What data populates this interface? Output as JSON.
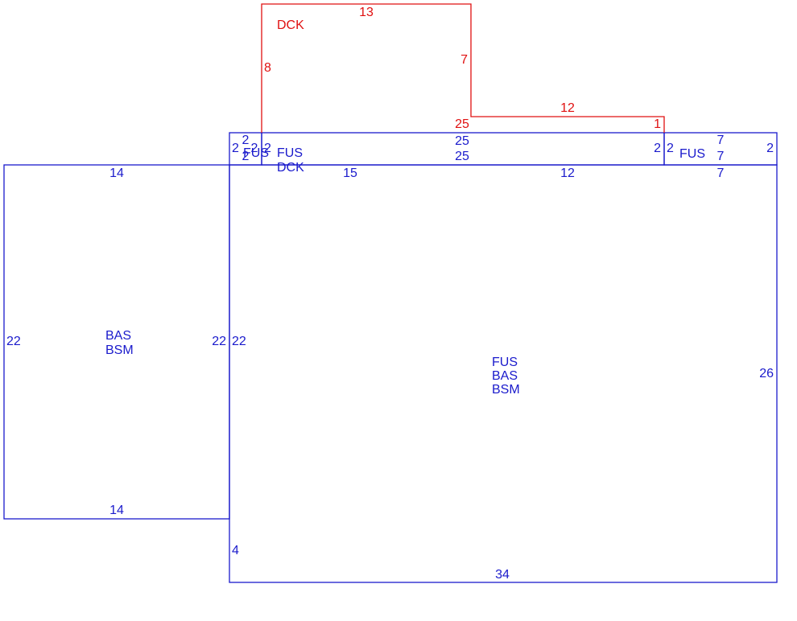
{
  "colors": {
    "primary_outline": "#1a1acc",
    "deck_outline": "#e01010"
  },
  "areas": {
    "left_block": {
      "code_1": "BAS",
      "code_2": "BSM"
    },
    "main_block": {
      "code_1": "FUS",
      "code_2": "BAS",
      "code_3": "BSM"
    },
    "strip_left_small": {
      "code_1": "FUS"
    },
    "strip_middle": {
      "code_1": "FUS",
      "code_2": "DCK"
    },
    "strip_right": {
      "code_1": "FUS"
    },
    "deck": {
      "code_1": "DCK"
    }
  },
  "dimensions": {
    "left_top": "14",
    "left_bottom": "14",
    "left_left": "22",
    "left_right": "22",
    "main_left_upper": "22",
    "main_left_lower": "4",
    "main_bottom": "34",
    "main_right": "26",
    "main_top_1": "15",
    "main_top_2": "12",
    "main_top_3": "7",
    "strip_small_left_a": "2",
    "strip_small_top": "2",
    "strip_small_right": "2",
    "strip_small_bottom": "2",
    "strip_mid_left": "2",
    "strip_mid_top": "25",
    "strip_mid_bottom": "25",
    "strip_mid_right": "2",
    "strip_right_left": "2",
    "strip_right_top": "7",
    "strip_right_bottom": "7",
    "strip_right_right": "2",
    "deck_top": "13",
    "deck_left": "8",
    "deck_inner_right": "7",
    "deck_step_top": "12",
    "deck_bottom": "25",
    "deck_right": "1"
  }
}
